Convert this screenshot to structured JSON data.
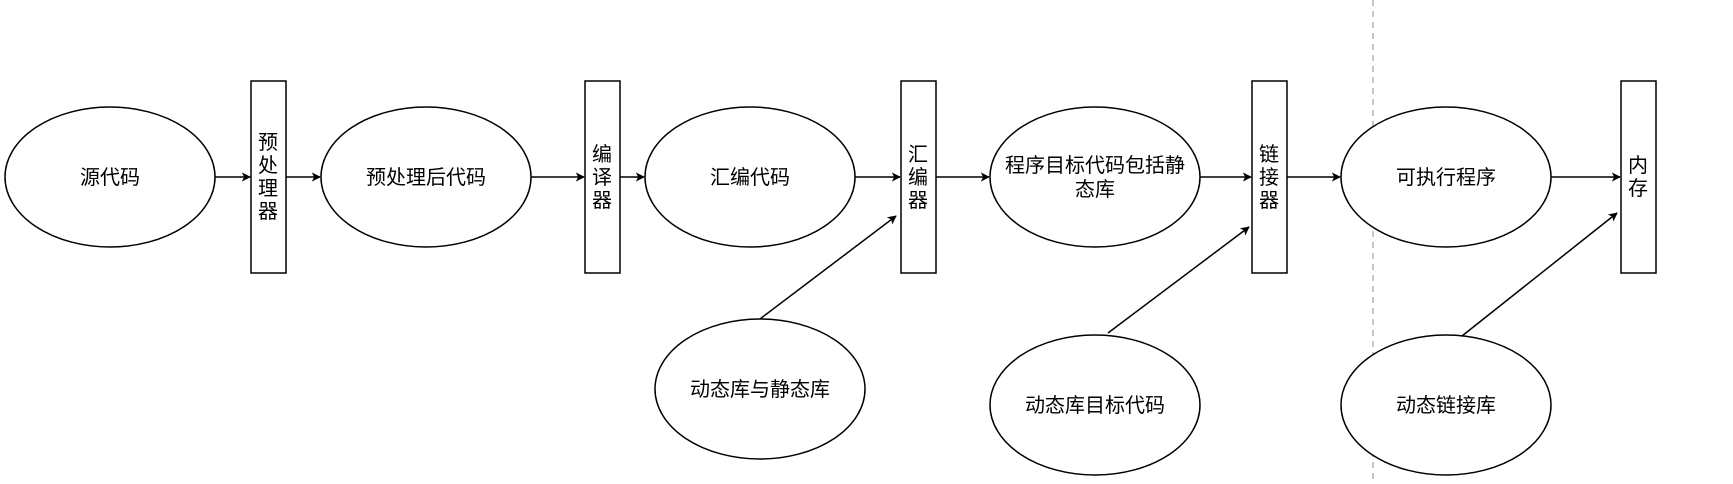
{
  "diagram": {
    "title": "",
    "nodes": {
      "source_code": "源代码",
      "preprocessor": "预处理器",
      "preprocessed_code": "预处理后代码",
      "compiler": "编译器",
      "assembly_code": "汇编代码",
      "assembler": "汇编器",
      "object_code": "程序目标代码包括静态库",
      "linker": "链接器",
      "executable": "可执行程序",
      "memory": "内存",
      "dyn_static_libs": "动态库与静态库",
      "dyn_lib_object": "动态库目标代码",
      "dyn_link_lib": "动态链接库"
    },
    "edges": [
      {
        "from": "源代码",
        "to": "预处理器"
      },
      {
        "from": "预处理器",
        "to": "预处理后代码"
      },
      {
        "from": "预处理后代码",
        "to": "编译器"
      },
      {
        "from": "编译器",
        "to": "汇编代码"
      },
      {
        "from": "汇编代码",
        "to": "汇编器"
      },
      {
        "from": "汇编器",
        "to": "程序目标代码包括静态库"
      },
      {
        "from": "程序目标代码包括静态库",
        "to": "链接器"
      },
      {
        "from": "链接器",
        "to": "可执行程序"
      },
      {
        "from": "可执行程序",
        "to": "内存"
      },
      {
        "from": "动态库与静态库",
        "to": "汇编器"
      },
      {
        "from": "动态库目标代码",
        "to": "链接器"
      },
      {
        "from": "动态链接库",
        "to": "内存"
      }
    ],
    "colors": {
      "stroke": "#000000",
      "fill": "#ffffff",
      "divider": "#b3b3b3"
    }
  }
}
